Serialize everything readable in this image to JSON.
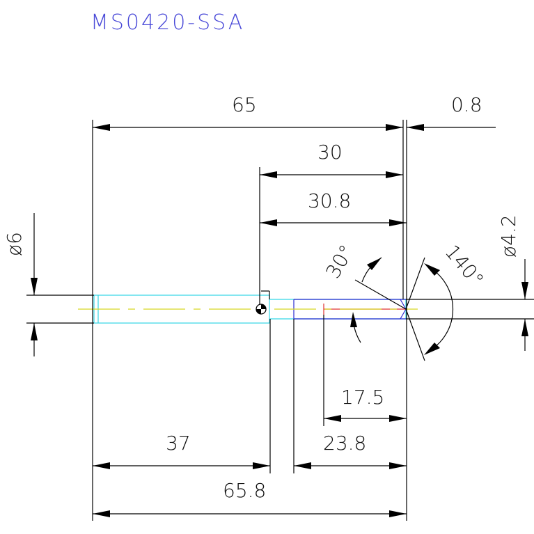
{
  "title": "MS0420-SSA",
  "dimensions": {
    "overall_length": "65",
    "tip_offset": "0.8",
    "step_to_end": "30",
    "step_to_tip": "30.8",
    "shank_diameter": "ø6",
    "tip_diameter": "ø4.2",
    "chamfer_angle": "30°",
    "point_angle": "140°",
    "flute_length_inner": "17.5",
    "flute_length_outer": "23.8",
    "shank_length": "37",
    "total_length": "65.8"
  },
  "colors": {
    "title": "#4a4ad8",
    "body": "#33d6e6",
    "step": "#2a2ad0",
    "cut": "#e03030",
    "centerline": "#d8d820"
  }
}
